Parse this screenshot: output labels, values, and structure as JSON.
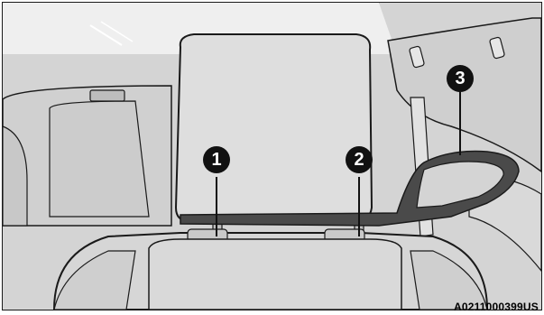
{
  "figure": {
    "description_icon": "headrest-removal-tool-icon",
    "callouts": [
      {
        "label": "1",
        "meaning": "headrest-post-left"
      },
      {
        "label": "2",
        "meaning": "headrest-post-right"
      },
      {
        "label": "3",
        "meaning": "removal-tool"
      }
    ],
    "figure_code": "A0211000399US"
  },
  "colors": {
    "background": "#ffffff",
    "seat_fill": "#dcdcdc",
    "tool_fill": "#4a4a4a",
    "outline": "#1a1a1a",
    "callout_bg": "#111111"
  }
}
